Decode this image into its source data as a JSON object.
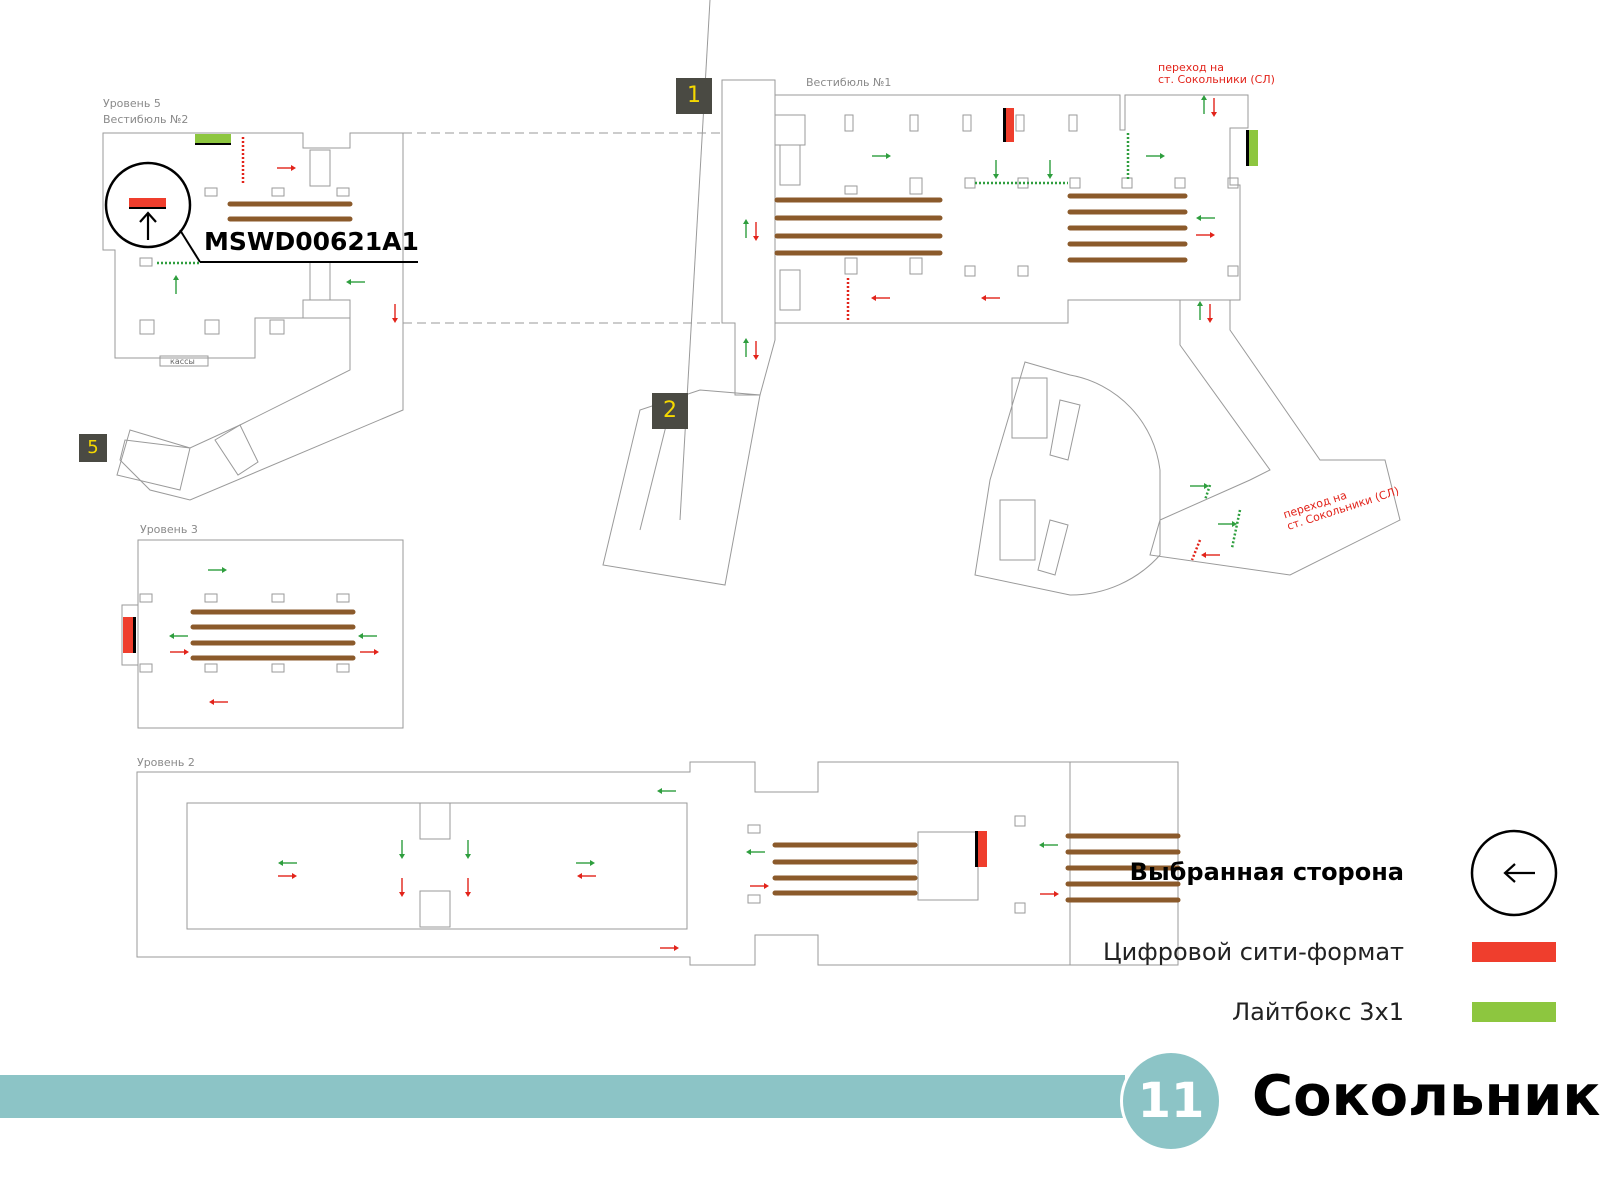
{
  "levels": {
    "level5": "Уровень 5",
    "vestibule2": "Вестибюль №2",
    "vestibule1": "Вестибюль №1",
    "level3": "Уровень 3",
    "level2": "Уровень 2"
  },
  "ticket_office": "кассы",
  "transfer_top": "переход на\nст. Сокольники (СЛ)",
  "transfer_right": "переход на\nст. Сокольники (СЛ)",
  "exits": [
    "1",
    "2",
    "5"
  ],
  "selected_code": "MSWD00621A1",
  "legend": {
    "selected_side": "Выбранная сторона",
    "digital_cityformat": "Цифровой сити-формат",
    "lightbox": "Лайтбокс 3х1"
  },
  "station": {
    "line_number": "11",
    "name": "Сокольники"
  },
  "colors": {
    "digital": "#ef3e2d",
    "lightbox": "#8dc63f",
    "escalator": "#8b5a2b",
    "line": "#8cc4c6",
    "exit_box": "#4a4a43",
    "exit_digit": "#f5d800"
  }
}
